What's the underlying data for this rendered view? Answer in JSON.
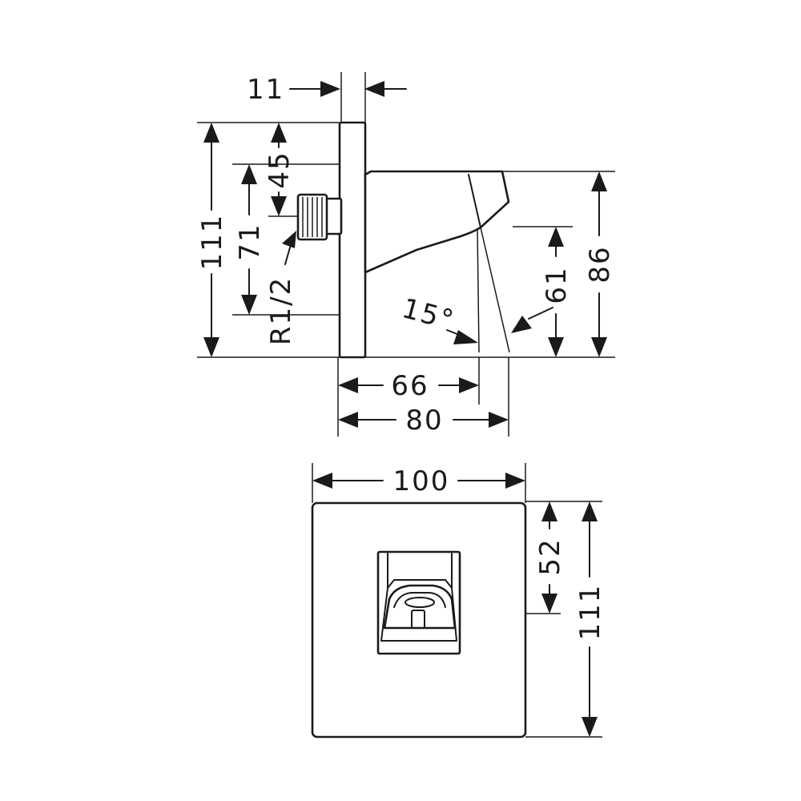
{
  "side_view": {
    "dims": {
      "wall_thickness": "11",
      "total_height": "111",
      "thread_offset": "45",
      "thread_span": "71",
      "thread_size": "R1/2",
      "angle": "15°",
      "spout_depth_inner": "66",
      "spout_depth_outer": "80",
      "spout_height_low": "61",
      "spout_height_high": "86"
    }
  },
  "front_view": {
    "dims": {
      "width": "100",
      "outlet_height": "52",
      "total_height": "111"
    }
  }
}
